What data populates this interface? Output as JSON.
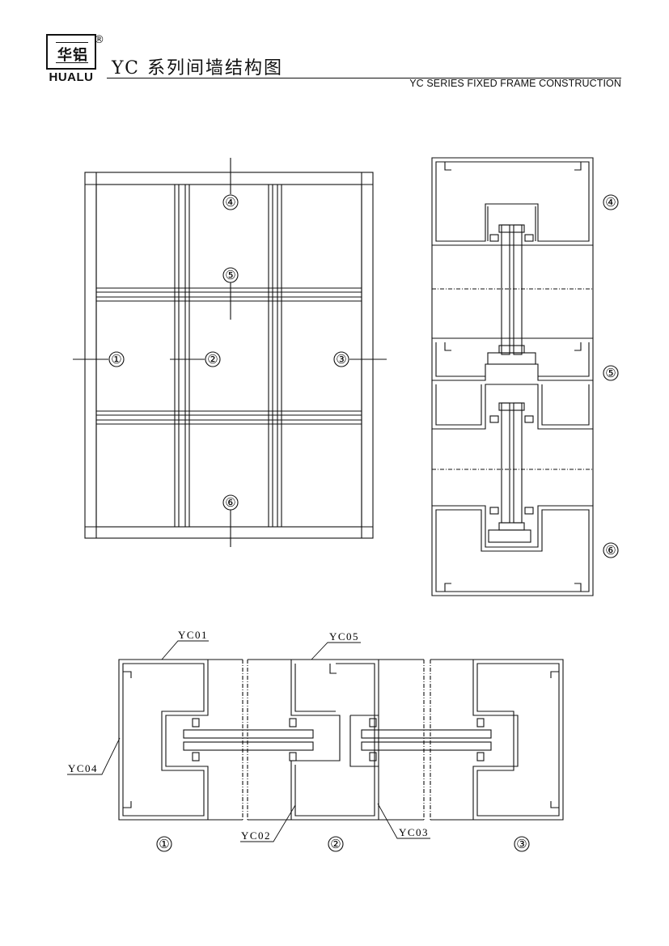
{
  "header": {
    "logo_cn": "华铝",
    "logo_en": "HUALU",
    "registered_mark": "®",
    "title_cn": "YC 系列间墙结构图",
    "title_en": "YC SERIES FIXED FRAME CONSTRUCTION"
  },
  "elevation_markers": [
    "①",
    "②",
    "③",
    "④",
    "⑤",
    "⑥"
  ],
  "vertical_section_markers": [
    "④",
    "⑤",
    "⑥"
  ],
  "horizontal_section_markers": [
    "①",
    "②",
    "③"
  ],
  "profile_codes": {
    "yc01": "YC01",
    "yc02": "YC02",
    "yc03": "YC03",
    "yc04": "YC04",
    "yc05": "YC05"
  }
}
